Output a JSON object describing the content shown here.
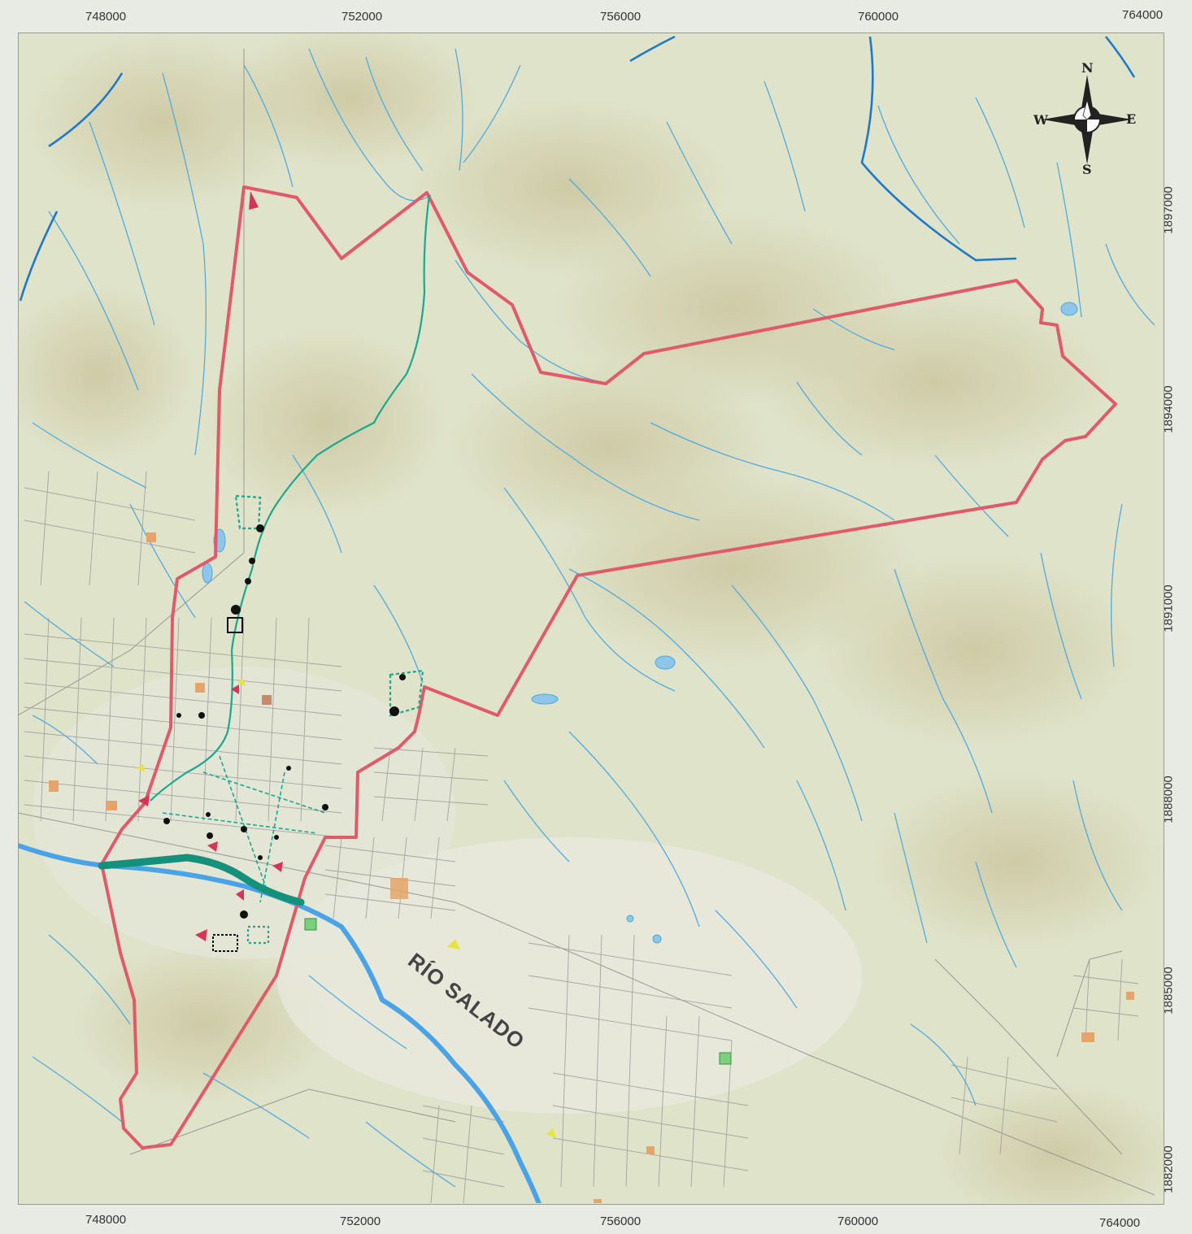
{
  "axes": {
    "x_ticks": [
      "748000",
      "752000",
      "756000",
      "760000",
      "764000"
    ],
    "y_ticks": [
      "1897000",
      "1894000",
      "1891000",
      "1888000",
      "1885000",
      "1882000"
    ]
  },
  "compass": {
    "n": "N",
    "s": "S",
    "e": "E",
    "w": "W"
  },
  "river_label": "RÍO SALADO",
  "colors": {
    "background": "#dfe3c9",
    "study_area_outline": "#e05a6a",
    "streams": "#4aa8e0",
    "main_river": "#4aa3e6",
    "drawn_route_green": "#1aa890",
    "roads": "#8c8c8c"
  }
}
